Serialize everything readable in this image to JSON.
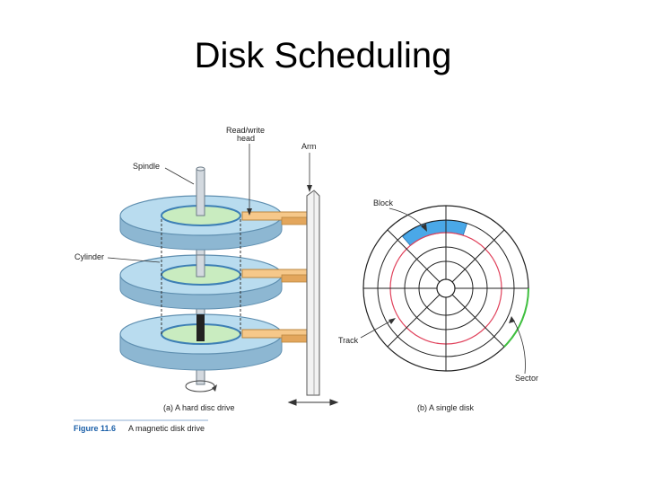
{
  "slide": {
    "title": "Disk Scheduling"
  },
  "figure": {
    "labels": {
      "read_write_head_line1": "Read/write",
      "read_write_head_line2": "head",
      "arm": "Arm",
      "spindle": "Spindle",
      "cylinder": "Cylinder",
      "block": "Block",
      "track": "Track",
      "sector": "Sector"
    },
    "captions": {
      "hard_disk": "(a) A hard disc drive",
      "single_disk": "(b) A single disk"
    },
    "figure_number": "Figure 11.6",
    "figure_caption": "A magnetic disk drive",
    "colors": {
      "platter": "#b9dcef",
      "platter_edge": "#5f8fb0",
      "hub": "#c9ecc0",
      "arm": "#f6c88a",
      "block": "#4aa8e8",
      "red_track": "#e0405a",
      "green_sector": "#3fbf3f"
    }
  }
}
